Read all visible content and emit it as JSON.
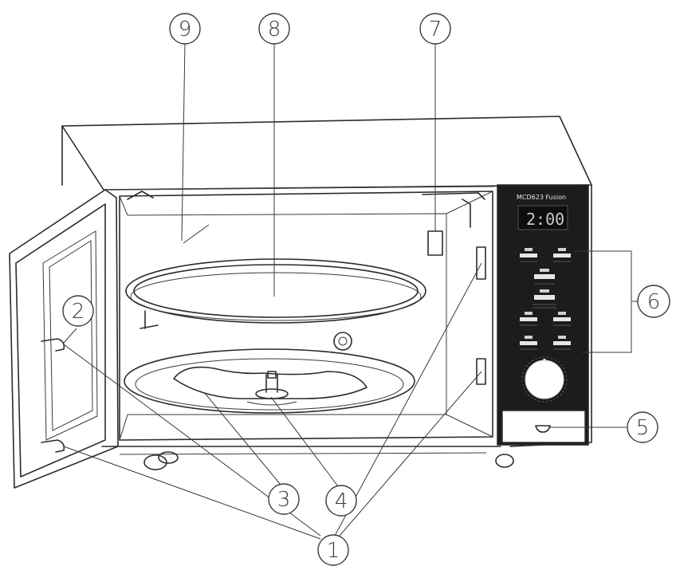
{
  "callouts": {
    "c1": "1",
    "c2": "2",
    "c3": "3",
    "c4": "4",
    "c5": "5",
    "c6": "6",
    "c7": "7",
    "c8": "8",
    "c9": "9"
  },
  "panel": {
    "model": "MCD623 Fusion",
    "display": "2:00"
  },
  "colors": {
    "line": "#2b2b2b",
    "panel": "#1c1c1c",
    "display": "#0e0e0e"
  }
}
